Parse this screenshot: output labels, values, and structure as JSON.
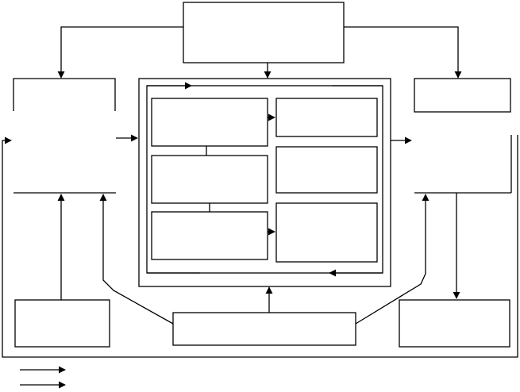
{
  "diagram": {
    "stroke_color": "#000000",
    "background": "#ffffff",
    "boxes": [
      "top-center-box",
      "left-bracket-box",
      "center-outer-frame",
      "center-inner-frame",
      "inner-box-1",
      "inner-box-2",
      "inner-box-3",
      "inner-box-4",
      "inner-box-5",
      "inner-box-6",
      "right-top-box",
      "right-bracket-box",
      "bottom-left-box",
      "bottom-center-box",
      "bottom-right-box"
    ],
    "legend_items": [
      "legend-arrow-1",
      "legend-arrow-2"
    ]
  }
}
